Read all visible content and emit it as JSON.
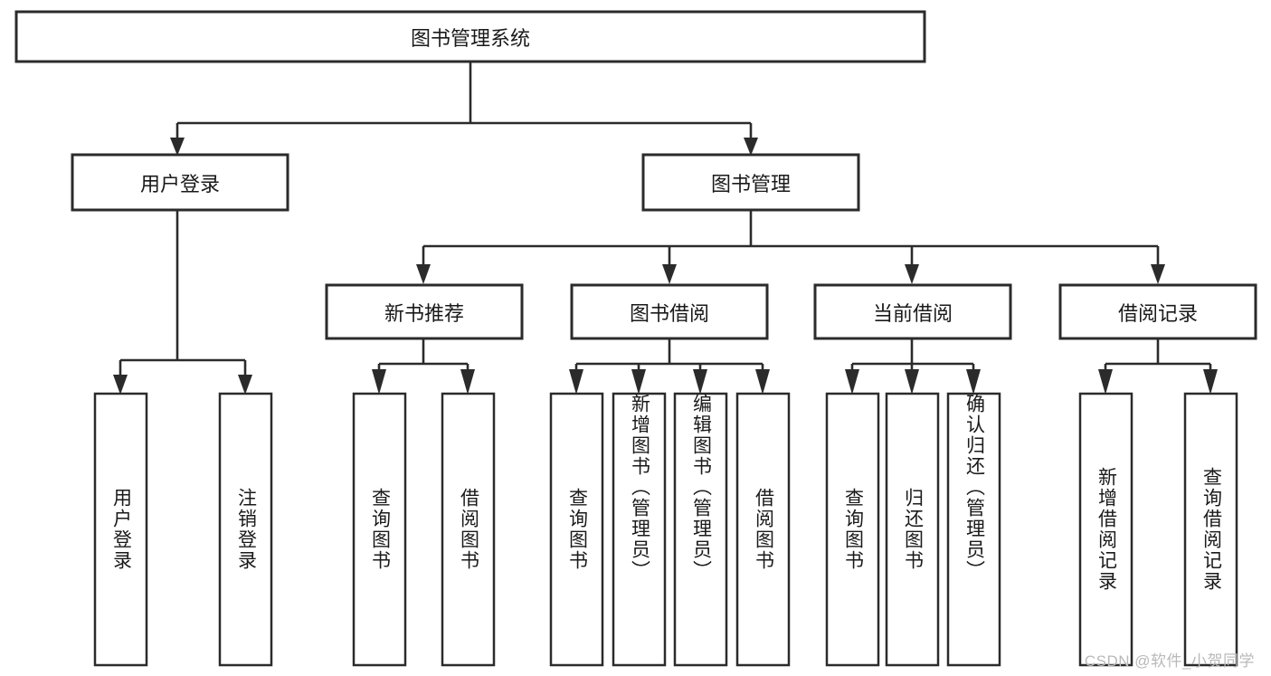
{
  "diagram": {
    "title": "图书管理系统",
    "type": "tree-hierarchy",
    "watermark": "CSDN @软件_小贺同学",
    "colors": {
      "stroke": "#2b2b2b",
      "fill": "#ffffff",
      "text": "#1a1a1a",
      "watermark": "#b9b9b9"
    },
    "levels": {
      "root": {
        "label": "图书管理系统"
      },
      "level2": [
        {
          "id": "user-login",
          "label": "用户登录"
        },
        {
          "id": "book-management",
          "label": "图书管理"
        }
      ],
      "level3": [
        {
          "id": "new-book-recommend",
          "label": "新书推荐",
          "parent": "book-management"
        },
        {
          "id": "book-borrow",
          "label": "图书借阅",
          "parent": "book-management"
        },
        {
          "id": "current-borrow",
          "label": "当前借阅",
          "parent": "book-management"
        },
        {
          "id": "borrow-record",
          "label": "借阅记录",
          "parent": "book-management"
        }
      ],
      "leaves": [
        {
          "id": "leaf-user-login",
          "label": "用户登录",
          "parent": "user-login"
        },
        {
          "id": "leaf-logout-login",
          "label": "注销登录",
          "parent": "user-login"
        },
        {
          "id": "leaf-query-book-1",
          "label": "查询图书",
          "parent": "new-book-recommend"
        },
        {
          "id": "leaf-borrow-book-1",
          "label": "借阅图书",
          "parent": "new-book-recommend"
        },
        {
          "id": "leaf-query-book-2",
          "label": "查询图书",
          "parent": "book-borrow"
        },
        {
          "id": "leaf-add-book",
          "label": "新增图书（管理员）",
          "parent": "book-borrow"
        },
        {
          "id": "leaf-edit-book",
          "label": "编辑图书（管理员）",
          "parent": "book-borrow"
        },
        {
          "id": "leaf-borrow-book-2",
          "label": "借阅图书",
          "parent": "book-borrow"
        },
        {
          "id": "leaf-query-book-3",
          "label": "查询图书",
          "parent": "current-borrow"
        },
        {
          "id": "leaf-return-book",
          "label": "归还图书",
          "parent": "current-borrow"
        },
        {
          "id": "leaf-confirm-return",
          "label": "确认归还（管理员）",
          "parent": "current-borrow"
        },
        {
          "id": "leaf-add-record",
          "label": "新增借阅记录",
          "parent": "borrow-record"
        },
        {
          "id": "leaf-query-record",
          "label": "查询借阅记录",
          "parent": "borrow-record"
        }
      ]
    }
  }
}
